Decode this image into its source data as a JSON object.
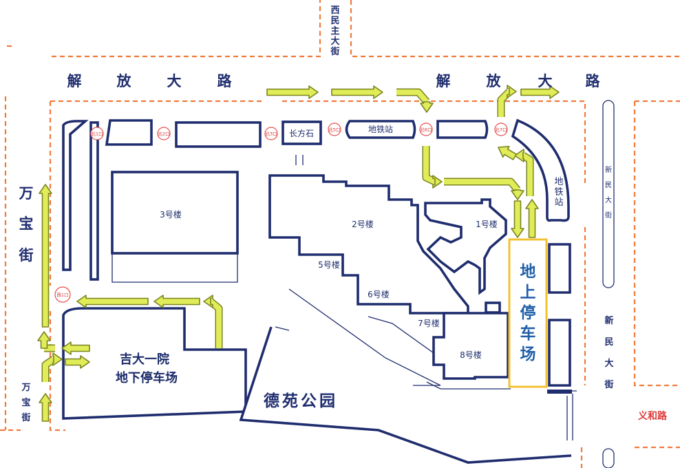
{
  "roads": {
    "jiefang_left": [
      "解",
      "放",
      "大",
      "路"
    ],
    "jiefang_right": [
      "解",
      "放",
      "大",
      "路"
    ],
    "wanbao_top": [
      "万",
      "宝",
      "街"
    ],
    "wanbao_bottom": [
      "万",
      "宝",
      "街"
    ],
    "ximinzhu": [
      "西",
      "民",
      "主",
      "大",
      "街"
    ],
    "xinmin_upper": [
      "新",
      "民",
      "大",
      "街"
    ],
    "xinmin_lower": [
      "新",
      "民",
      "大",
      "街"
    ],
    "yihe": "义和路"
  },
  "buildings": {
    "b3": "3号楼",
    "b2": "2号楼",
    "b1": "1号楼",
    "b5": "5号楼",
    "b6": "6号楼",
    "b7": "7号楼",
    "b8": "8号楼",
    "changfangshi": "长方石",
    "metro_station": "地铁站",
    "metro_station_right": [
      "地",
      "铁",
      "站"
    ]
  },
  "gates": {
    "n1": "北1口",
    "n2": "北2口",
    "n3": "北3口",
    "n5": "北5口",
    "n6": "北6口",
    "n7": "北7口",
    "w1": "西1口"
  },
  "parking": {
    "underground_line1": "吉大一院",
    "underground_line2": "地下停车场",
    "surface": [
      "地",
      "上",
      "停",
      "车",
      "场"
    ]
  },
  "park_name": "德苑公园",
  "colors": {
    "outline": "#1f2d6e",
    "boundary": "#f07a3a",
    "arrow_fill": "#e0ec58",
    "gate_red": "#e84a4a",
    "surface_parking_border": "#f2c132",
    "surface_parking_text": "#1f5fa8"
  }
}
